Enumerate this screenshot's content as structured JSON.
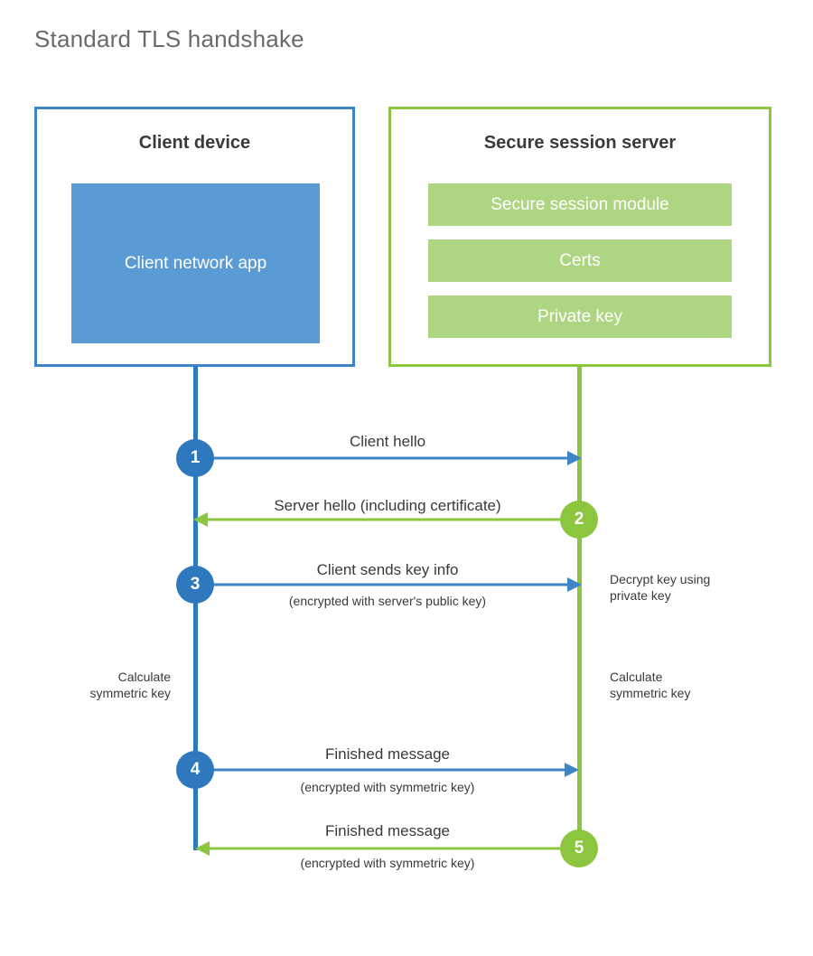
{
  "title": "Standard TLS handshake",
  "colors": {
    "client_border": "#3d85c6",
    "client_fill": "#5b9bd5",
    "server_border": "#8cc63f",
    "server_fill": "#aed581",
    "client_accent": "#2e79bd",
    "server_accent": "#8cc63f",
    "title_text": "#6a6a6a",
    "body_text": "#3a3a3a"
  },
  "participants": {
    "client": {
      "title": "Client device",
      "blocks": [
        {
          "label": "Client network app"
        }
      ]
    },
    "server": {
      "title": "Secure session server",
      "blocks": [
        {
          "label": "Secure session module"
        },
        {
          "label": "Certs"
        },
        {
          "label": "Private key"
        }
      ]
    }
  },
  "steps": [
    {
      "number": "1",
      "side": "client",
      "direction": "to-server",
      "label": "Client hello",
      "sublabel": ""
    },
    {
      "number": "2",
      "side": "server",
      "direction": "to-client",
      "label": "Server hello (including certificate)",
      "sublabel": ""
    },
    {
      "number": "3",
      "side": "client",
      "direction": "to-server",
      "label": "Client sends key info",
      "sublabel": "(encrypted with server's public key)"
    },
    {
      "number": "4",
      "side": "client",
      "direction": "to-server",
      "label": "Finished message",
      "sublabel": "(encrypted with symmetric key)"
    },
    {
      "number": "5",
      "side": "server",
      "direction": "to-client",
      "label": "Finished message",
      "sublabel": "(encrypted with symmetric key)"
    }
  ],
  "annotations": {
    "decrypt_key": "Decrypt key using\nprivate key",
    "calculate_symmetric_key_client": "Calculate\nsymmetric key",
    "calculate_symmetric_key_server": "Calculate\nsymmetric key"
  }
}
